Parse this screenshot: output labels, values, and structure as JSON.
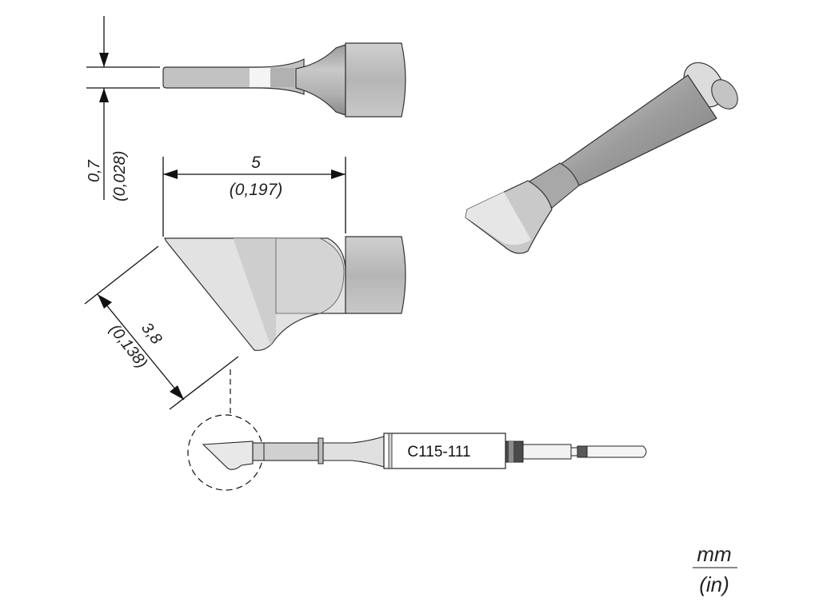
{
  "dimensions": {
    "thickness_mm": "0,7",
    "thickness_in": "(0,028)",
    "length_mm": "5",
    "length_in": "(0,197)",
    "width_mm": "3,8",
    "width_in": "(0,138)"
  },
  "part": {
    "code": "C115-111"
  },
  "units": {
    "primary": "mm",
    "secondary": "(in)"
  },
  "colors": {
    "line": "#111111",
    "tip_face": "#ececec",
    "body_light": "#dcdcdc",
    "body_mid": "#b9b9b9",
    "body_dark": "#8a8a8a",
    "sleeve_dark": "#4a4a4a"
  }
}
